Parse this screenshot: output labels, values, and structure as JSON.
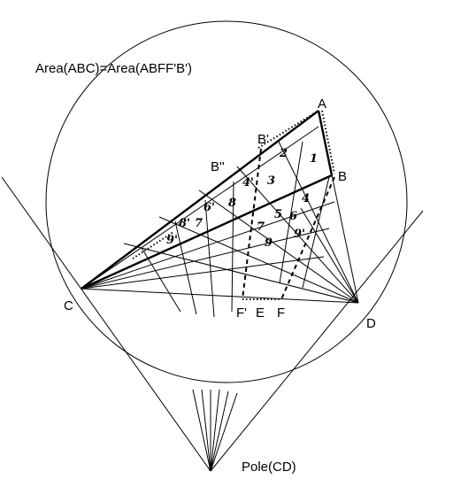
{
  "diagram": {
    "title": "Area(ABC)=Area(ABFF'B')",
    "points": {
      "A": "A",
      "B": "B",
      "B_prime": "B'",
      "B_double_prime": "B''",
      "C": "C",
      "D": "D",
      "E": "E",
      "F": "F",
      "F_prime": "F'",
      "pole": "Pole(CD)"
    },
    "region_numbers": {
      "n1": "1",
      "n2": "2",
      "n3": "3",
      "n4": "4",
      "n4p": "4'",
      "n5": "5",
      "n6": "6",
      "n6p": "6'",
      "n7": "7",
      "n7p": "7",
      "n8": "8",
      "n8p": "8'",
      "n9a": "9",
      "n9b": "9'",
      "n9p": "9'"
    }
  }
}
